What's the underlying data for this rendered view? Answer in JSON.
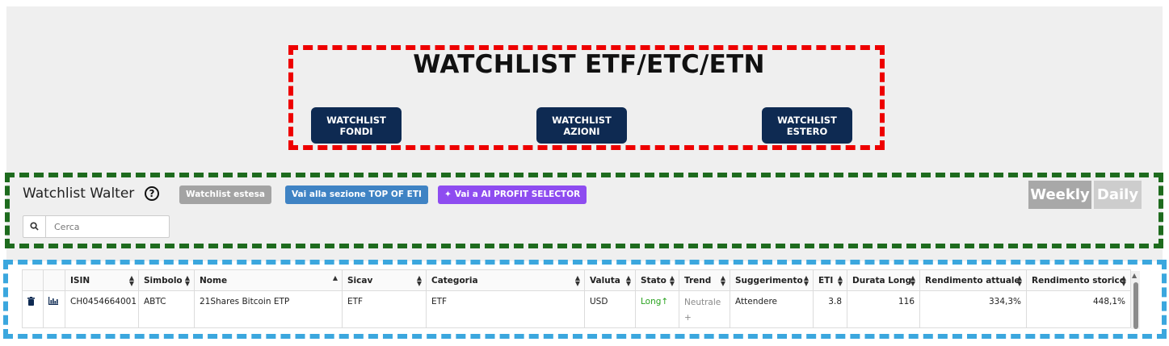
{
  "header": {
    "title": "WATCHLIST ETF/ETC/ETN",
    "nav_buttons": [
      {
        "line1": "WATCHLIST",
        "line2": "FONDI"
      },
      {
        "line1": "WATCHLIST",
        "line2": "AZIONI"
      },
      {
        "line1": "WATCHLIST",
        "line2": "ESTERO"
      }
    ]
  },
  "watchlist": {
    "title": "Watchlist Walter",
    "help_glyph": "?",
    "extended_label": "Watchlist estesa",
    "top_eti_label": "Vai alla sezione TOP OF ETI",
    "ai_selector_label": "Vai a AI PROFIT SELECTOR",
    "weekly_label": "Weekly",
    "daily_label": "Daily"
  },
  "search": {
    "placeholder": "Cerca"
  },
  "table": {
    "columns": [
      "ISIN",
      "Simbolo",
      "Nome",
      "Sicav",
      "Categoria",
      "Valuta",
      "Stato",
      "Trend",
      "Suggerimento",
      "ETI",
      "Durata Long",
      "Rendimento attuale",
      "Rendimento storico"
    ],
    "rows": [
      {
        "isin": "CH0454664001",
        "simbolo": "ABTC",
        "nome": "21Shares Bitcoin ETP",
        "sicav": "ETF",
        "categoria": "ETF",
        "valuta": "USD",
        "stato": "Long",
        "stato_arrow": "↑",
        "trend": "Neutrale",
        "trend_suffix": "+",
        "suggerimento": "Attendere",
        "eti": "3.8",
        "durata_long": "116",
        "rendimento_attuale": "334,3%",
        "rendimento_storico": "448,1%"
      }
    ]
  },
  "colors": {
    "nav_button": "#0e2a52",
    "red_frame": "#ee0000",
    "green_frame": "#1e6b1e",
    "blue_frame": "#3ba7de",
    "stato_long": "#28a21e",
    "ai_button": "#8e4cf0",
    "top_eti_button": "#3f83c4"
  }
}
